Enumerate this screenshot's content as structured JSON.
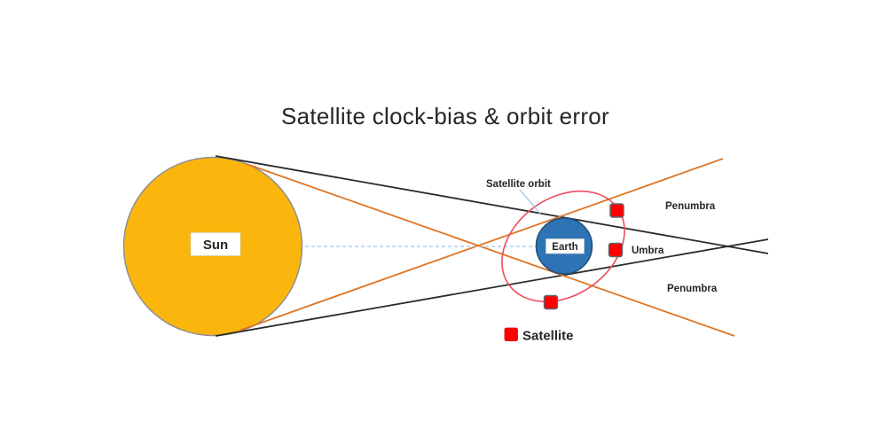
{
  "title": "Satellite clock-bias & orbit error",
  "diagram": {
    "sun_label": "Sun",
    "earth_label": "Earth",
    "orbit_label": "Satellite orbit",
    "penumbra_top_label": "Penumbra",
    "umbra_label": "Umbra",
    "penumbra_bottom_label": "Penumbra",
    "satellite_count": 3
  },
  "legend": {
    "satellite_label": "Satellite"
  },
  "colors": {
    "background": "#FFFFFF",
    "sun_fill": "#FBB60E",
    "sun_stroke": "#8F8F8F",
    "earth_fill": "#2E74B5",
    "earth_stroke": "#1F4E79",
    "orbit_stroke": "#ED4C5C",
    "satellite_fill": "#FE0000",
    "satellite_stroke": "#5B6770",
    "legend_swatch_stroke": "#D40000",
    "shadow_line": "#2B2B2B",
    "penumbra_line": "#DD7527",
    "axis_line": "#9DC3E6",
    "pointer_line": "#9DC3E6",
    "label_bg": "#FFFFFF",
    "label_bg_stroke": "#CCCCCC",
    "label_text": "#262626",
    "title_text": "#0D0D0D"
  }
}
